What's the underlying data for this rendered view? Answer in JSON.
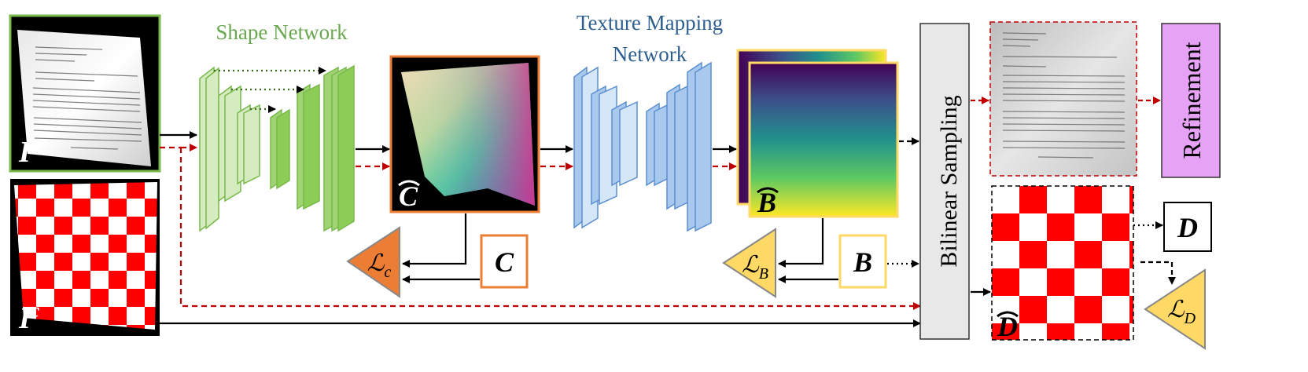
{
  "labels": {
    "shape_network": "Shape Network",
    "texture_line1": "Texture Mapping",
    "texture_line2": "Network",
    "bilinear": "Bilinear Sampling",
    "refinement": "Refinement",
    "input_image": "I",
    "input_checker": "I",
    "input_checker_sup": "c",
    "c_hat": "C",
    "b_hat": "B",
    "d_hat": "D",
    "c_gt": "C",
    "b_gt": "B",
    "d_gt": "D",
    "loss_c": "ℒ",
    "loss_c_sub": "c",
    "loss_b": "ℒ",
    "loss_b_sub": "B",
    "loss_d": "ℒ",
    "loss_d_sub": "D"
  },
  "colors": {
    "green_dark": "#79b94a",
    "green_light": "#d5ebc0",
    "blue_dark": "#7fa9dd",
    "blue_light": "#d4e6f7",
    "texture_title": "#2e5f8f",
    "shape_title": "#6aa84f",
    "loss_c": "#ec7d35",
    "loss_b": "#ffd966",
    "loss_d": "#ffd966",
    "refinement_fill": "#e6a3f5",
    "red_dashed": "#c00000",
    "checker_red": "#ff0000"
  }
}
